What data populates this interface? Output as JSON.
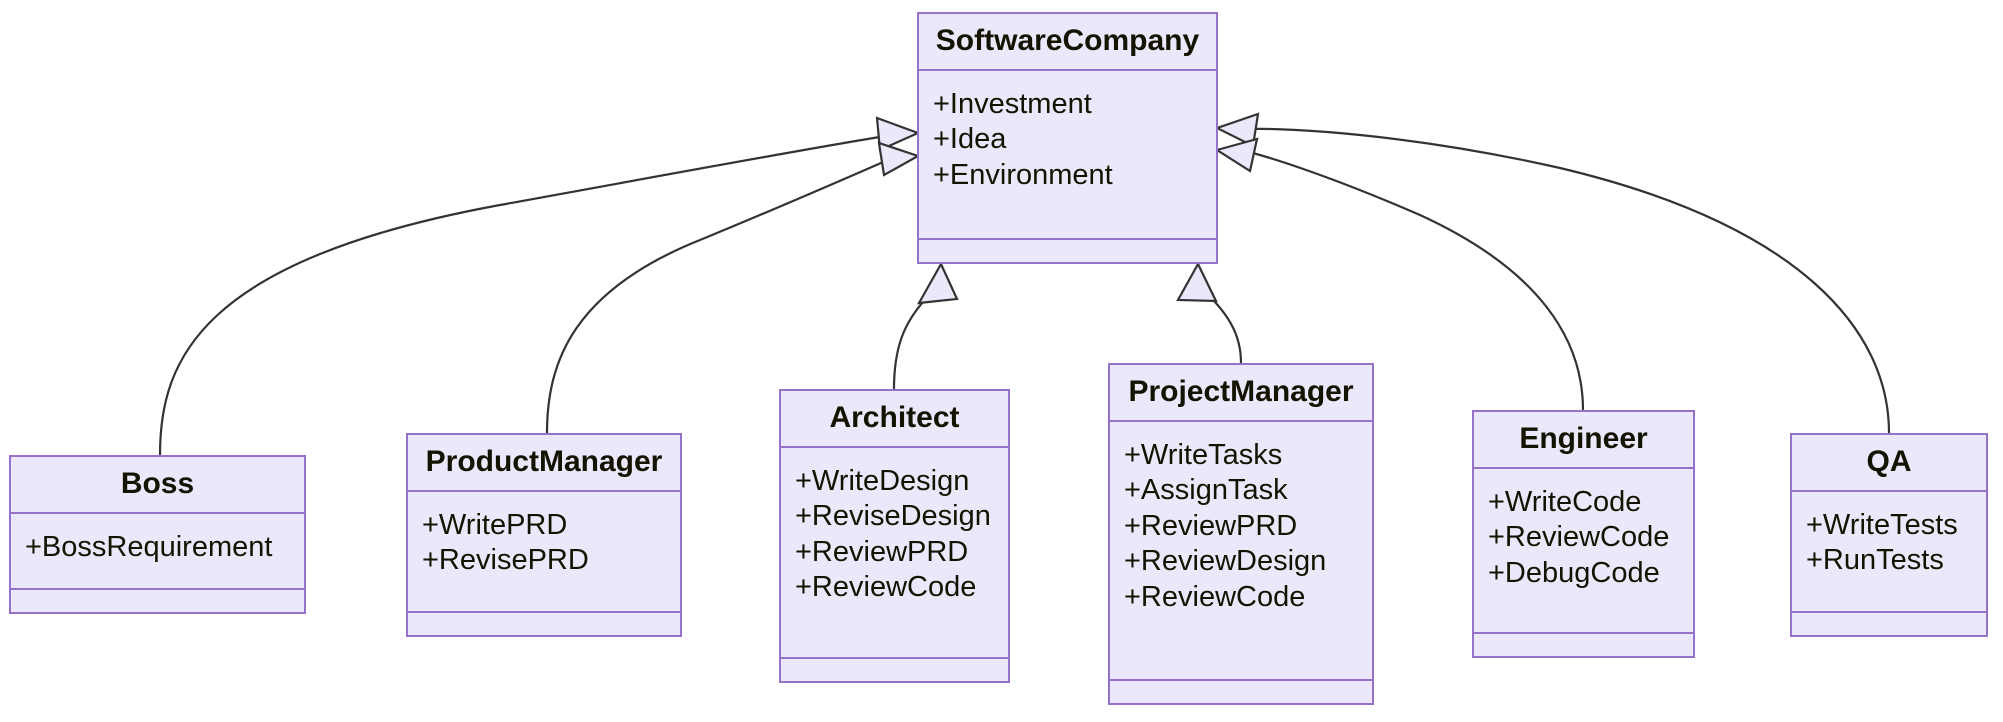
{
  "diagram": {
    "type": "uml-class-diagram",
    "title": "",
    "background_color": "#ffffff",
    "node_fill_color": "#ece8fb",
    "node_border_color": "#9673c8",
    "text_color": "#131300",
    "edge_color": "#333333",
    "relationship_type": "inheritance",
    "arrowhead": "hollow-triangle"
  },
  "classes": [
    {
      "id": "softwarecompany",
      "name": "SoftwareCompany",
      "attributes": [
        "+Investment",
        "+Idea",
        "+Environment"
      ],
      "methods": []
    },
    {
      "id": "boss",
      "name": "Boss",
      "attributes": [
        "+BossRequirement"
      ],
      "methods": []
    },
    {
      "id": "productmanager",
      "name": "ProductManager",
      "attributes": [
        "+WritePRD",
        "+RevisePRD"
      ],
      "methods": []
    },
    {
      "id": "architect",
      "name": "Architect",
      "attributes": [
        "+WriteDesign",
        "+ReviseDesign",
        "+ReviewPRD",
        "+ReviewCode"
      ],
      "methods": []
    },
    {
      "id": "projectmanager",
      "name": "ProjectManager",
      "attributes": [
        "+WriteTasks",
        "+AssignTask",
        "+ReviewPRD",
        "+ReviewDesign",
        "+ReviewCode"
      ],
      "methods": []
    },
    {
      "id": "engineer",
      "name": "Engineer",
      "attributes": [
        "+WriteCode",
        "+ReviewCode",
        "+DebugCode"
      ],
      "methods": []
    },
    {
      "id": "qa",
      "name": "QA",
      "attributes": [
        "+WriteTests",
        "+RunTests"
      ],
      "methods": []
    }
  ],
  "relationships": [
    {
      "from": "boss",
      "to": "softwarecompany",
      "kind": "inheritance"
    },
    {
      "from": "productmanager",
      "to": "softwarecompany",
      "kind": "inheritance"
    },
    {
      "from": "architect",
      "to": "softwarecompany",
      "kind": "inheritance"
    },
    {
      "from": "projectmanager",
      "to": "softwarecompany",
      "kind": "inheritance"
    },
    {
      "from": "engineer",
      "to": "softwarecompany",
      "kind": "inheritance"
    },
    {
      "from": "qa",
      "to": "softwarecompany",
      "kind": "inheritance"
    }
  ]
}
